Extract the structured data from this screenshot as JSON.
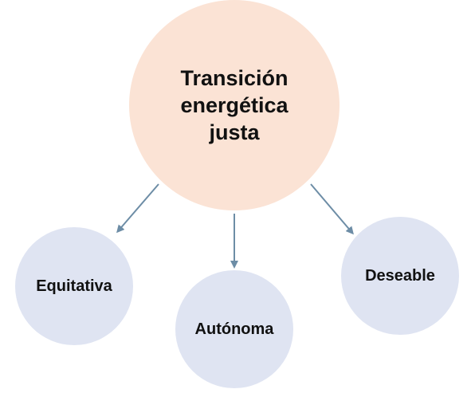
{
  "diagram": {
    "root": {
      "label": "Transición energética justa",
      "fill": "#fbe3d5"
    },
    "children": [
      {
        "label": "Equitativa",
        "fill": "#dfe4f2"
      },
      {
        "label": "Autónoma",
        "fill": "#dfe4f2"
      },
      {
        "label": "Deseable",
        "fill": "#dfe4f2"
      }
    ],
    "connector_color": "#6d8da6"
  }
}
